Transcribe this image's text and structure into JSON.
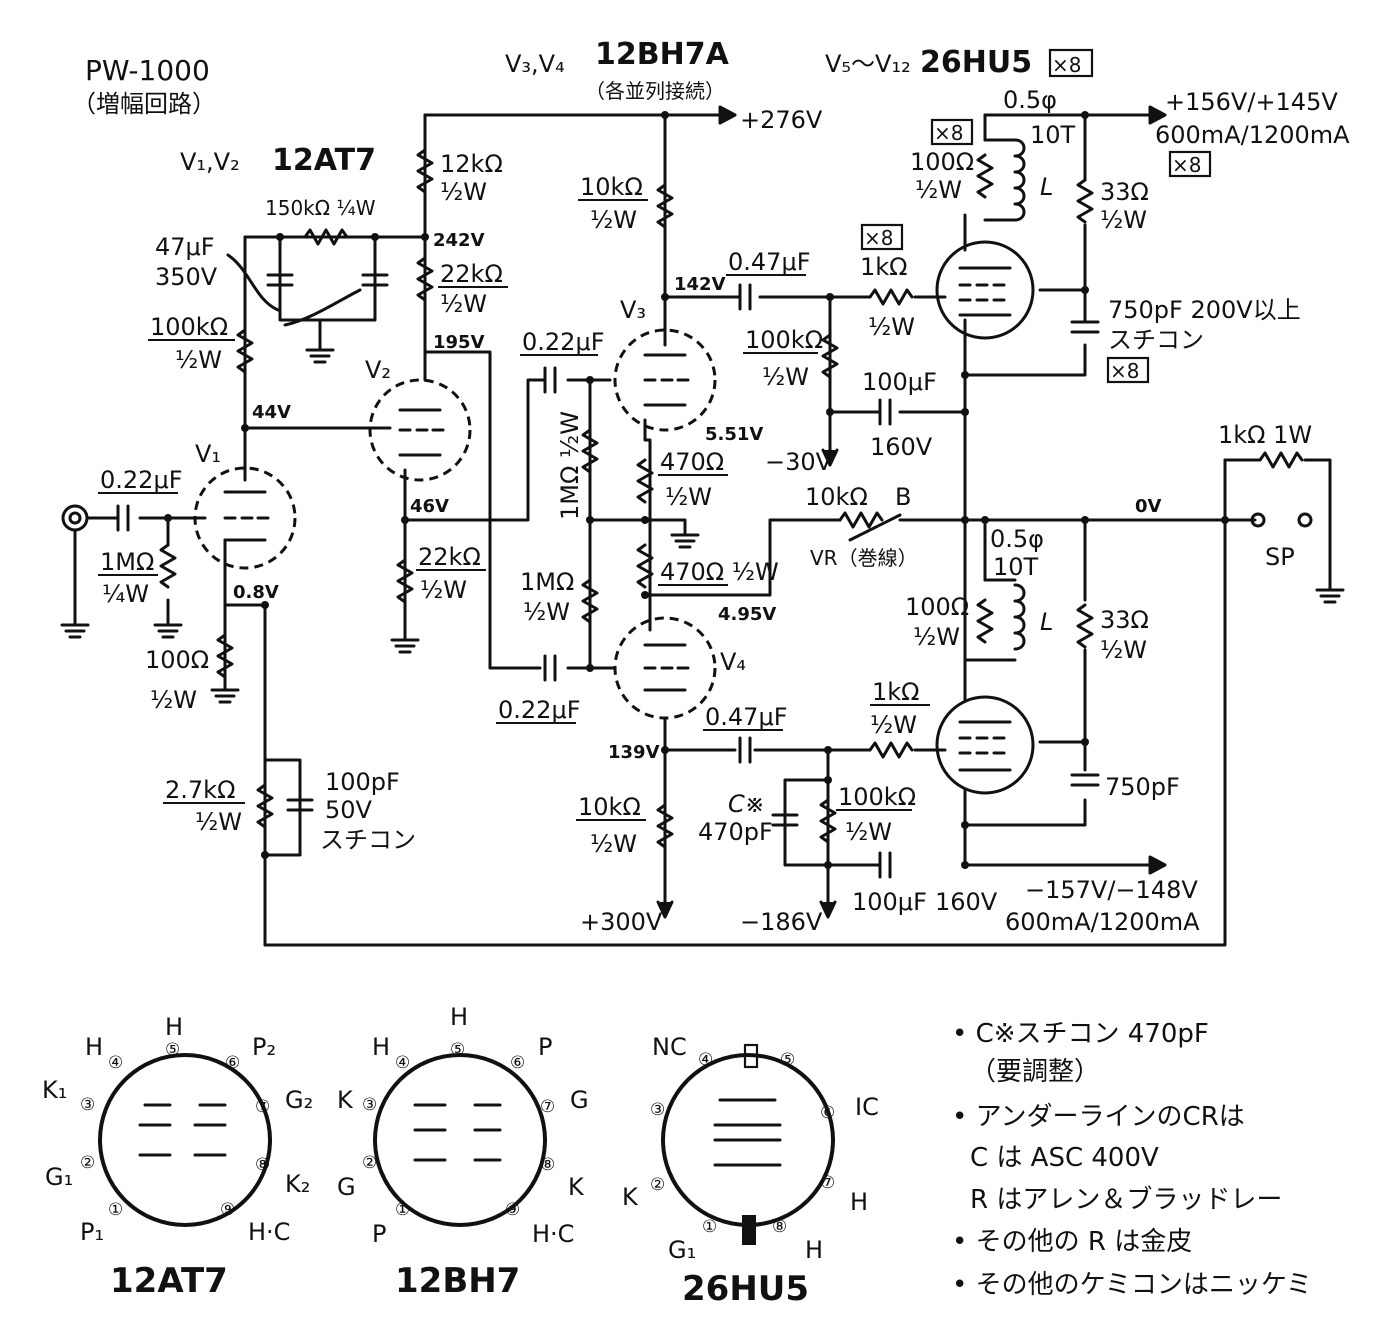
{
  "header": {
    "model": "PW-1000",
    "subtitle": "（増幅回路）",
    "v12_prefix": "V₁,V₂",
    "v12_tube": "12AT7",
    "v34_prefix": "V₃,V₄",
    "v34_tube": "12BH7A",
    "v34_note": "（各並列接続）",
    "v512_prefix": "V₅〜V₁₂",
    "v512_tube": "26HU5",
    "v512_mult": "×8"
  },
  "voltages": {
    "b276": "+276V",
    "b156": "+156V/+145V",
    "i600_1200_top": "600mA/1200mA",
    "mult_top": "×8",
    "n242": "242V",
    "n195": "195V",
    "n142": "142V",
    "n44": "44V",
    "n46": "46V",
    "n08": "0.8V",
    "n551": "5.51V",
    "n495": "4.95V",
    "n139": "139V",
    "m30": "−30V",
    "p300": "+300V",
    "m186": "−186V",
    "b157": "−157V/−148V",
    "i600_1200_bot": "600mA/1200mA",
    "zero": "0V"
  },
  "components": {
    "r12k": "12kΩ",
    "r12k_w": "½W",
    "r150k": "150kΩ ¼W",
    "c47u": "47μF",
    "c47u_v": "350V",
    "r22k_a": "22kΩ",
    "r22k_a_w": "½W",
    "r100k_a": "100kΩ",
    "r100k_a_w": "½W",
    "r10k_a": "10kΩ",
    "r10k_a_w": "½W",
    "c047_a": "0.47μF",
    "r1k_a_mult": "×8",
    "r1k_a": "1kΩ",
    "r1k_a_w": "½W",
    "r100_a_mult": "×8",
    "r100_a": "100Ω",
    "r100_a_w": "½W",
    "wire05_a": "0.5φ",
    "turns_a": "10T",
    "ind_a": "L",
    "r33_a": "33Ω",
    "r33_a_w": "½W",
    "c750_a": "750pF 200V以上",
    "c750_a_type": "スチコン",
    "c750_a_mult": "×8",
    "r100k_b": "100kΩ",
    "r100k_b_w": "½W",
    "c100u_a": "100μF",
    "c100u_a_v": "160V",
    "c022_a": "0.22μF",
    "r1m_a": "1MΩ ½W",
    "r470_a": "470Ω",
    "r470_a_w": "½W",
    "r470_b": "470Ω ½W",
    "r1m_b": "1MΩ",
    "r1m_b_w": "½W",
    "c022_b": "0.22μF",
    "c022_in": "0.22μF",
    "r1m_in": "1MΩ",
    "r1m_in_w": "¼W",
    "r100_k": "100Ω",
    "r100_k_w": "½W",
    "r22k_b": "22kΩ",
    "r22k_b_w": "½W",
    "r27k": "2.7kΩ",
    "r27k_w": "½W",
    "c100p": "100pF",
    "c100p_v": "50V",
    "c100p_type": "スチコン",
    "vr": "10kΩ",
    "vr_b": "B",
    "vr_note": "VR（巻線）",
    "r1k1w": "1kΩ 1W",
    "sp": "SP",
    "wire05_b": "0.5φ",
    "turns_b": "10T",
    "ind_b": "L",
    "r100_b": "100Ω",
    "r100_b_w": "½W",
    "r33_b": "33Ω",
    "r33_b_w": "½W",
    "r1k_b": "1kΩ",
    "r1k_b_w": "½W",
    "c750_b": "750pF",
    "c047_b": "0.47μF",
    "r10k_b": "10kΩ",
    "r10k_b_w": "½W",
    "cstar": "C※",
    "cstar_v": "470pF",
    "r100k_c": "100kΩ",
    "r100k_c_w": "½W",
    "c100u_b": "100μF",
    "c100u_b_v": "160V"
  },
  "tube_labels": {
    "v1": "V₁",
    "v2": "V₂",
    "v3": "V₃",
    "v4": "V₄"
  },
  "pinouts": [
    {
      "name": "12AT7",
      "pins": [
        "①",
        "②",
        "③",
        "④",
        "⑤",
        "⑥",
        "⑦",
        "⑧",
        "⑨"
      ],
      "labels": {
        "p1": "P₁",
        "g1": "G₁",
        "k1": "K₁",
        "h4": "H",
        "h5": "H",
        "p2": "P₂",
        "g2": "G₂",
        "k2": "K₂",
        "hc": "H·C"
      }
    },
    {
      "name": "12BH7",
      "pins": [
        "①",
        "②",
        "③",
        "④",
        "⑤",
        "⑥",
        "⑦",
        "⑧",
        "⑨"
      ],
      "labels": {
        "p1": "P",
        "g1": "G",
        "k1": "K",
        "h4": "H",
        "h5": "H",
        "p2": "P",
        "g2": "G",
        "k2": "K",
        "hc": "H·C"
      }
    },
    {
      "name": "26HU5",
      "pins": [
        "①",
        "②",
        "③",
        "④",
        "⑤",
        "⑥",
        "⑦",
        "⑧"
      ],
      "labels": {
        "g1": "G₁",
        "k": "K",
        "nc": "NC",
        "ic": "IC",
        "h7": "H",
        "h8": "H"
      }
    }
  ],
  "notes": [
    "• C※スチコン 470pF",
    "（要調整）",
    "• アンダーラインのCRは",
    "C は ASC 400V",
    "R はアレン＆ブラッドレー",
    "• その他の R は金皮",
    "• その他のケミコンはニッケミ"
  ]
}
